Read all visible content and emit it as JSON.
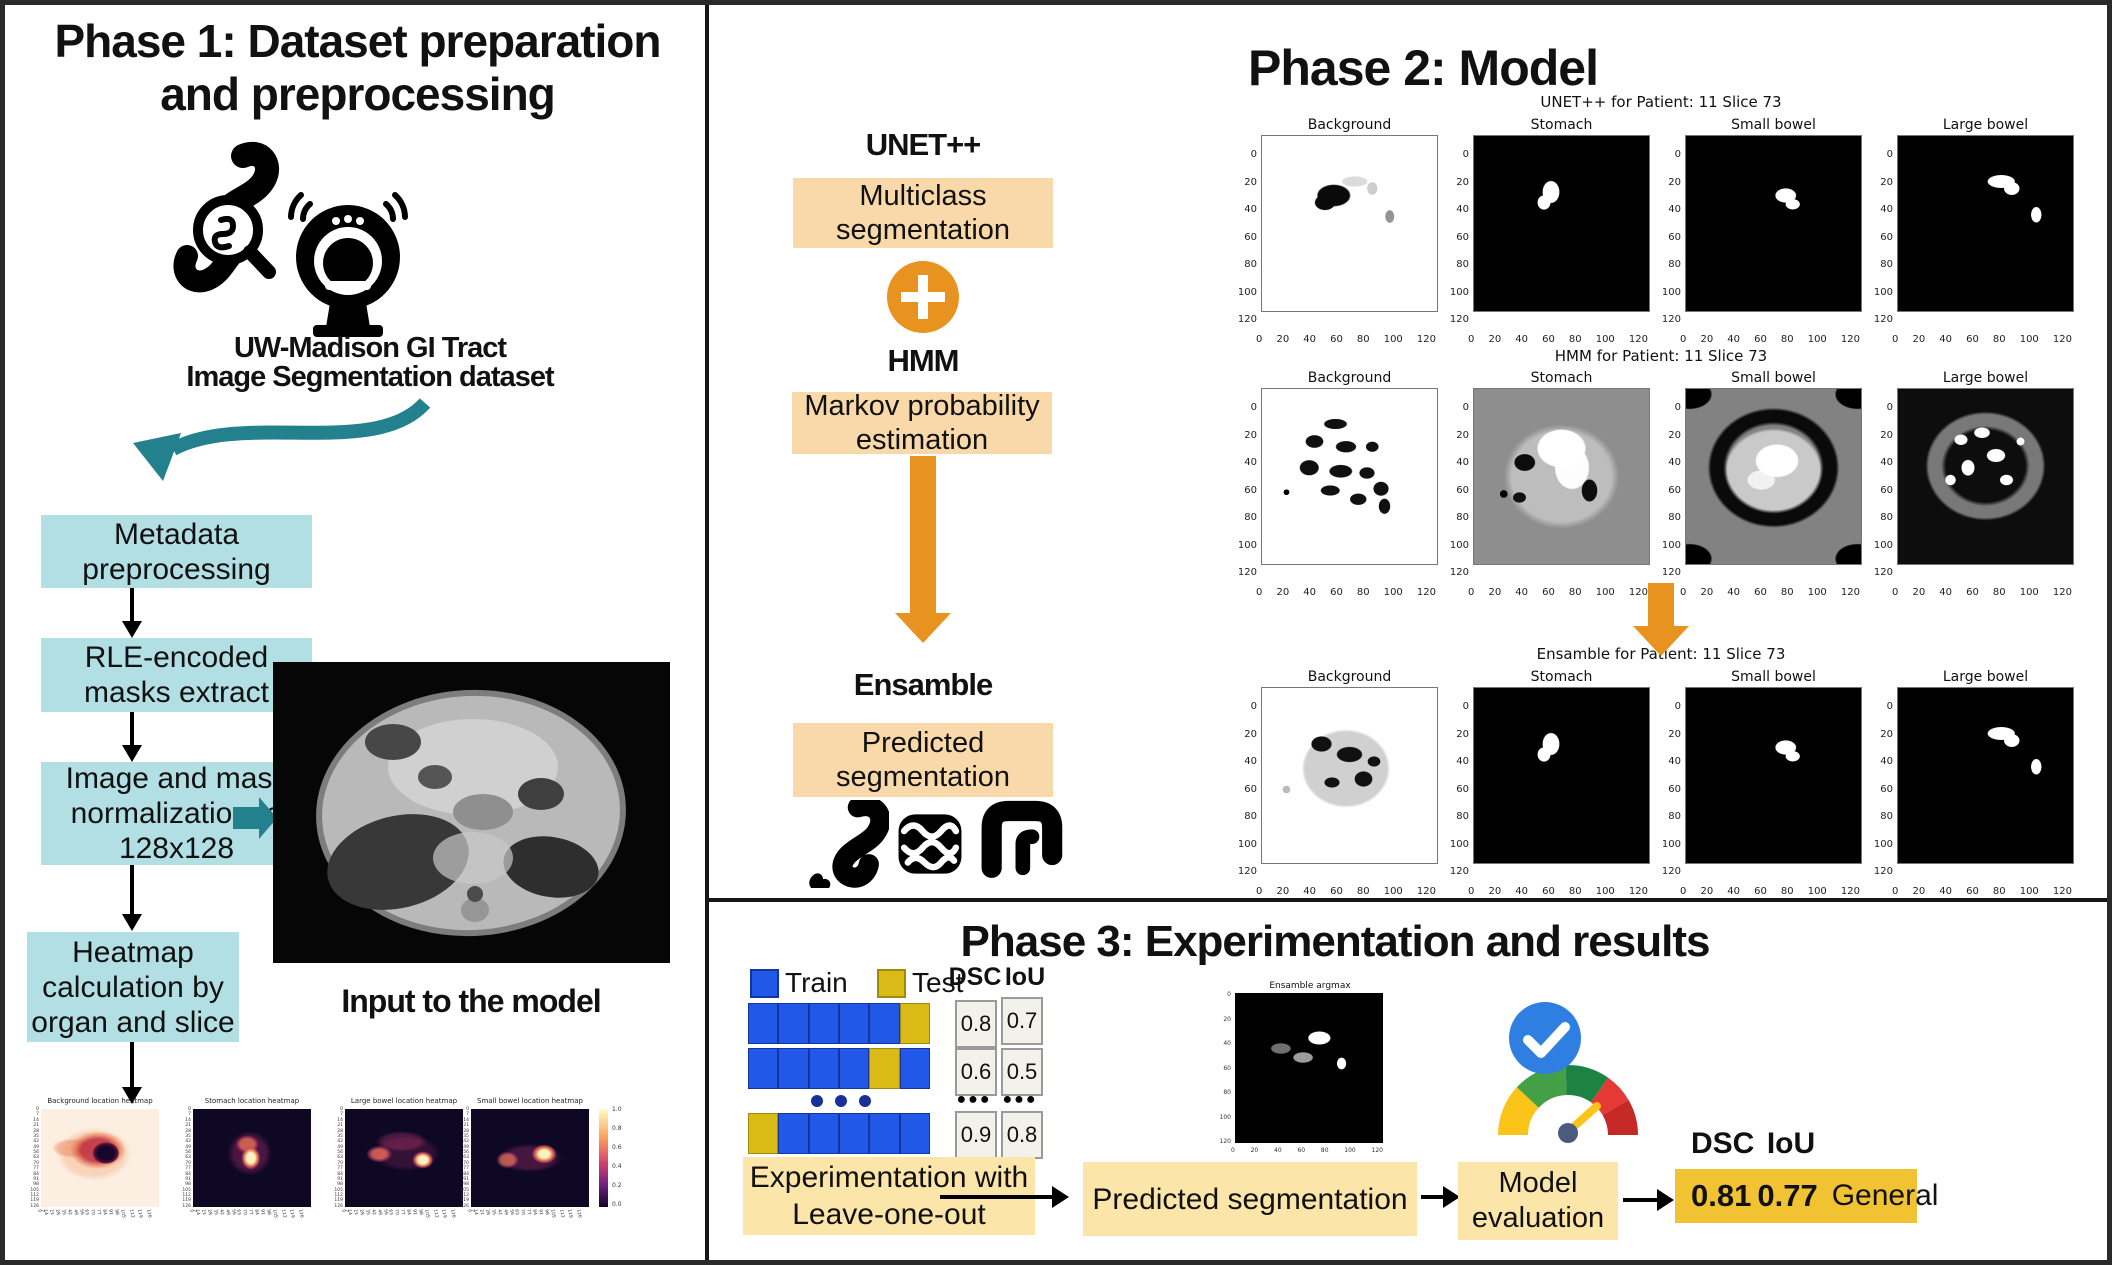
{
  "phase1": {
    "title1": "Phase 1: Dataset preparation",
    "title2": "and preprocessing",
    "dataset1": "UW-Madison GI Tract",
    "dataset2": "Image Segmentation dataset",
    "steps": [
      "Metadata preprocessing",
      "RLE-encoded masks extract",
      "Image and mask normalization to 128x128",
      "Heatmap calculation by organ and slice"
    ],
    "input_caption": "Input to the model",
    "heatmaps": {
      "titles": [
        "Background location heatmap",
        "Stomach location heatmap",
        "Large bowel location heatmap",
        "Small bowel location heatmap"
      ],
      "yticks": [
        "0",
        "7",
        "14",
        "21",
        "28",
        "35",
        "42",
        "49",
        "56",
        "63",
        "70",
        "77",
        "84",
        "91",
        "98",
        "105",
        "112",
        "119",
        "126"
      ],
      "colorbar_ticks": [
        "1.0",
        "0.8",
        "0.6",
        "0.4",
        "0.2",
        "0.0"
      ]
    }
  },
  "phase2": {
    "title": "Phase 2: Model",
    "flow": {
      "unet_heading": "UNET++",
      "unet_box": "Multiclass segmentation",
      "hmm_heading": "HMM",
      "hmm_box": "Markov probability estimation",
      "ensamble_heading": "Ensamble",
      "ensamble_box": "Predicted segmentation"
    },
    "rows": [
      {
        "suptitle": "UNET++ for Patient: 11 Slice 73"
      },
      {
        "suptitle": "HMM for Patient: 11 Slice 73"
      },
      {
        "suptitle": "Ensamble for Patient: 11 Slice 73"
      }
    ],
    "col_titles": [
      "Background",
      "Stomach",
      "Small bowel",
      "Large bowel"
    ],
    "ticks": [
      "0",
      "20",
      "40",
      "60",
      "80",
      "100",
      "120"
    ]
  },
  "phase3": {
    "title": "Phase 3: Experimentation and results",
    "legend": {
      "train": "Train",
      "test": "Test"
    },
    "loo_rows": [
      [
        "train",
        "train",
        "train",
        "train",
        "train",
        "test"
      ],
      [
        "train",
        "train",
        "train",
        "train",
        "test",
        "train"
      ],
      [
        "test",
        "train",
        "train",
        "train",
        "train",
        "train"
      ]
    ],
    "table": {
      "headers": [
        "DSC",
        "IoU"
      ],
      "rows": [
        [
          "0.8",
          "0.7"
        ],
        [
          "0.6",
          "0.5"
        ]
      ],
      "dots": "●●●",
      "last_row": [
        "0.9",
        "0.8"
      ]
    },
    "argmax_title": "Ensamble argmax",
    "boxes": {
      "experiment": "Experimentation with Leave-one-out",
      "predicted": "Predicted segmentation",
      "model_eval": "Model evaluation"
    },
    "result": {
      "dsc_header": "DSC",
      "iou_header": "IoU",
      "dsc": "0.81",
      "iou": "0.77",
      "label": "General"
    }
  }
}
